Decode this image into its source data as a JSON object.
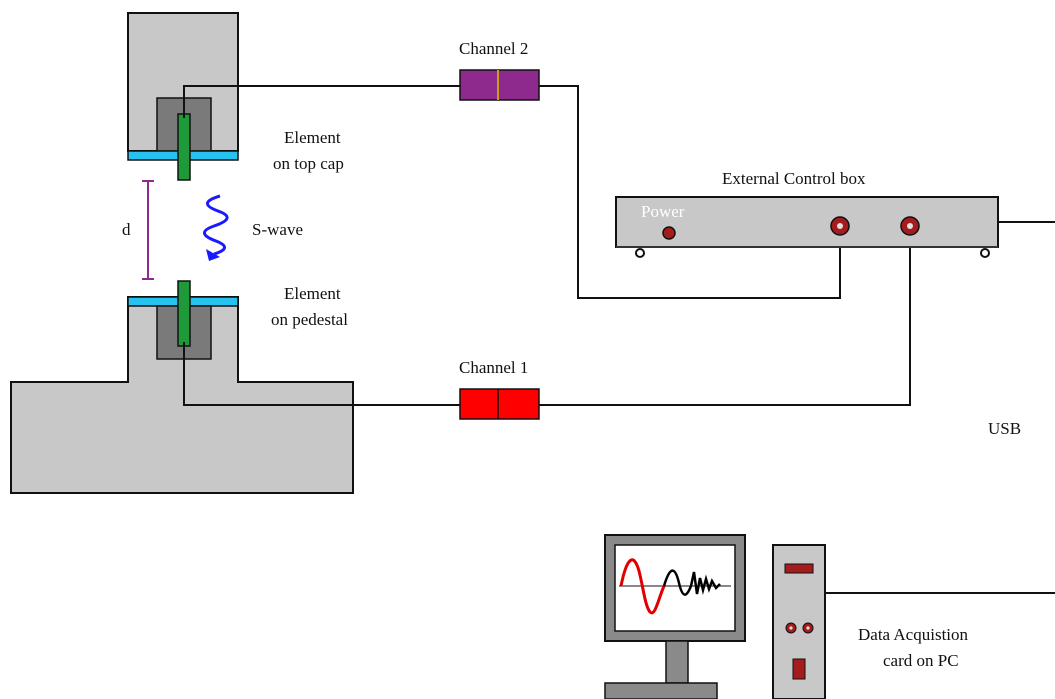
{
  "labels": {
    "channel2": "Channel 2",
    "channel1": "Channel 1",
    "element_top_line1": "Element",
    "element_top_line2": "on top cap",
    "element_ped_line1": "Element",
    "element_ped_line2": "on pedestal",
    "distance": "d",
    "swave": "S-wave",
    "control_box": "External Control box",
    "power": "Power",
    "usb": "USB",
    "daq_line1": "Data Acquistion",
    "daq_line2": "card on PC"
  },
  "colors": {
    "body_gray": "#c8c8c8",
    "dark_gray": "#7a7a7a",
    "element_green": "#1f9a3a",
    "cap_blue": "#27c3f0",
    "channel1_red": "#ff0000",
    "channel2_purple": "#8e2a8e",
    "swave_blue": "#1a1aff",
    "distance_purple": "#8e2a8e",
    "knob_red": "#a51c1c",
    "signal_red": "#e00000",
    "signal_black": "#000000"
  },
  "icons": {
    "swave": "wave-arrow-icon",
    "knob": "knob-icon",
    "monitor": "monitor-icon",
    "pc_tower": "pc-tower-icon"
  }
}
